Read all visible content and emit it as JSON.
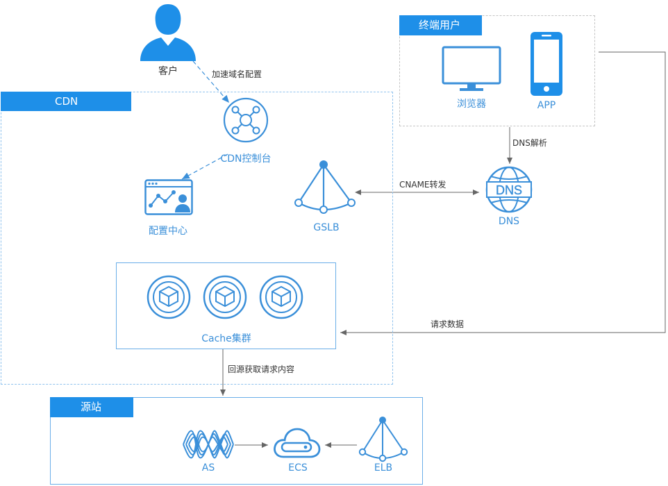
{
  "nodes": {
    "customer": "客户",
    "cdn_console": "CDN控制台",
    "config_center": "配置中心",
    "gslb": "GSLB",
    "cache_cluster": "Cache集群",
    "dns": "DNS",
    "browser": "浏览器",
    "app": "APP",
    "as": "AS",
    "ecs": "ECS",
    "elb": "ELB"
  },
  "groups": {
    "cdn": "CDN",
    "end_users": "终端用户",
    "origin": "源站"
  },
  "edges": {
    "domain_config": "加速域名配置",
    "dns_resolve": "DNS解析",
    "cname_forward": "CNAME转发",
    "request_data": "请求数据",
    "origin_fetch": "回源获取请求内容"
  },
  "icons": {
    "dns_badge": "DNS"
  },
  "colors": {
    "accent": "#1e8fe8",
    "icon": "#3a8fd9",
    "border": "#5aa7e6",
    "line": "#666666"
  }
}
